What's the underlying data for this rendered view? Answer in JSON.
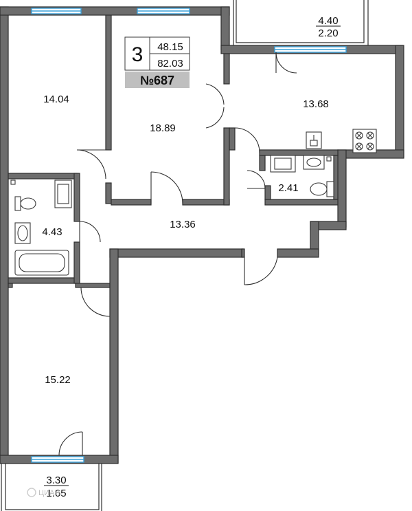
{
  "apartment": {
    "rooms_count": "3",
    "living_area": "48.15",
    "total_area": "82.03",
    "number": "№687"
  },
  "rooms": {
    "bedroom_top_left": "14.04",
    "bedroom_center": "18.89",
    "kitchen": "13.68",
    "bathroom": "4.43",
    "toilet": "2.41",
    "hall": "13.36",
    "bedroom_bottom_left": "15.22"
  },
  "balconies": {
    "top": {
      "area": "4.40",
      "reduced": "2.20"
    },
    "bottom": {
      "area": "3.30",
      "reduced": "1.65"
    }
  },
  "watermark": "ЦИАН"
}
